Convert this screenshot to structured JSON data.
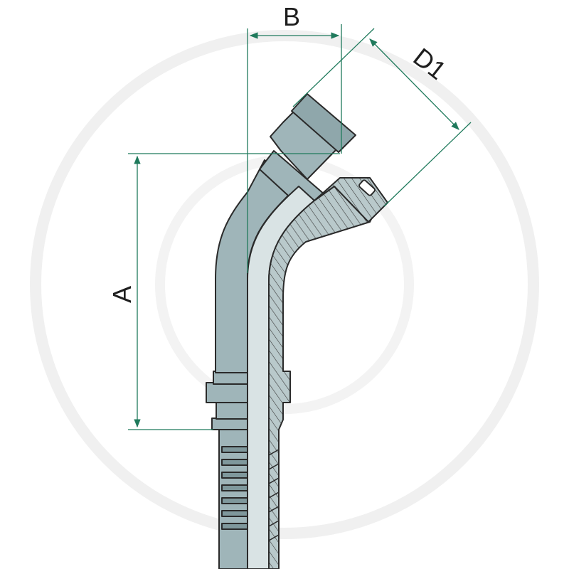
{
  "dimensions": {
    "a_label": "A",
    "b_label": "B",
    "d1_label": "D1"
  },
  "parts": {
    "fitting_type": "45-degree flanged hose fitting",
    "sections": [
      "hose-tail",
      "hex-collar",
      "bent-tube",
      "flange-head"
    ]
  },
  "colors": {
    "body_fill": "#9fb5b9",
    "body_dark": "#7f989c",
    "outline": "#2a2a2a",
    "section_fill": "#b9c9cb",
    "hatch": "#3a3a3a",
    "dimension_line": "#1f7a5c",
    "watermark": "#ececec"
  }
}
